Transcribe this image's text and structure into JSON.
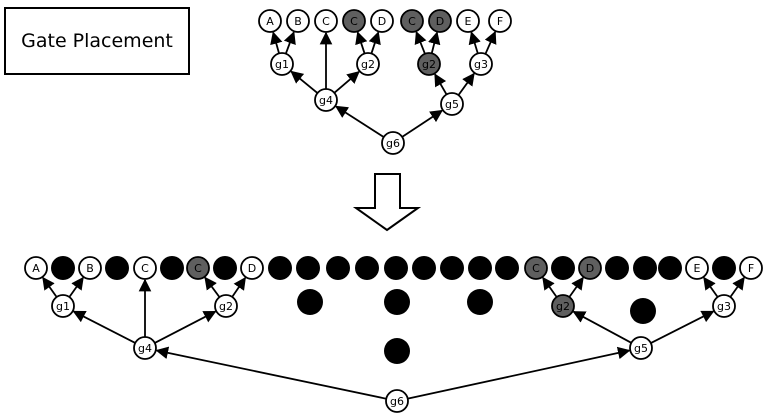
{
  "title": "Gate Placement",
  "colors": {
    "white_node": "#ffffff",
    "gray_node": "#5f5f5f",
    "filled_dot": "#000000",
    "edge": "#000000"
  },
  "top_tree": {
    "leaves": [
      {
        "label": "A",
        "gray": false
      },
      {
        "label": "B",
        "gray": false
      },
      {
        "label": "C",
        "gray": false
      },
      {
        "label": "C",
        "gray": true
      },
      {
        "label": "D",
        "gray": false
      },
      {
        "label": "C",
        "gray": true
      },
      {
        "label": "D",
        "gray": true
      },
      {
        "label": "E",
        "gray": false
      },
      {
        "label": "F",
        "gray": false
      }
    ],
    "gates": [
      {
        "label": "g1",
        "gray": false
      },
      {
        "label": "g2",
        "gray": false
      },
      {
        "label": "g2",
        "gray": true
      },
      {
        "label": "g3",
        "gray": false
      },
      {
        "label": "g4",
        "gray": false
      },
      {
        "label": "g5",
        "gray": false
      },
      {
        "label": "g6",
        "gray": false
      }
    ]
  },
  "bottom_grid": {
    "row_labels": [
      {
        "label": "A",
        "gray": false
      },
      {
        "label": "B",
        "gray": false
      },
      {
        "label": "C",
        "gray": false
      },
      {
        "label": "C",
        "gray": true
      },
      {
        "label": "D",
        "gray": false
      },
      {
        "label": "C",
        "gray": true
      },
      {
        "label": "D",
        "gray": true
      },
      {
        "label": "E",
        "gray": false
      },
      {
        "label": "F",
        "gray": false
      }
    ],
    "gates": [
      {
        "label": "g1",
        "gray": false
      },
      {
        "label": "g2",
        "gray": false
      },
      {
        "label": "g2",
        "gray": true
      },
      {
        "label": "g3",
        "gray": false
      },
      {
        "label": "g4",
        "gray": false
      },
      {
        "label": "g5",
        "gray": false
      },
      {
        "label": "g6",
        "gray": false
      }
    ]
  }
}
